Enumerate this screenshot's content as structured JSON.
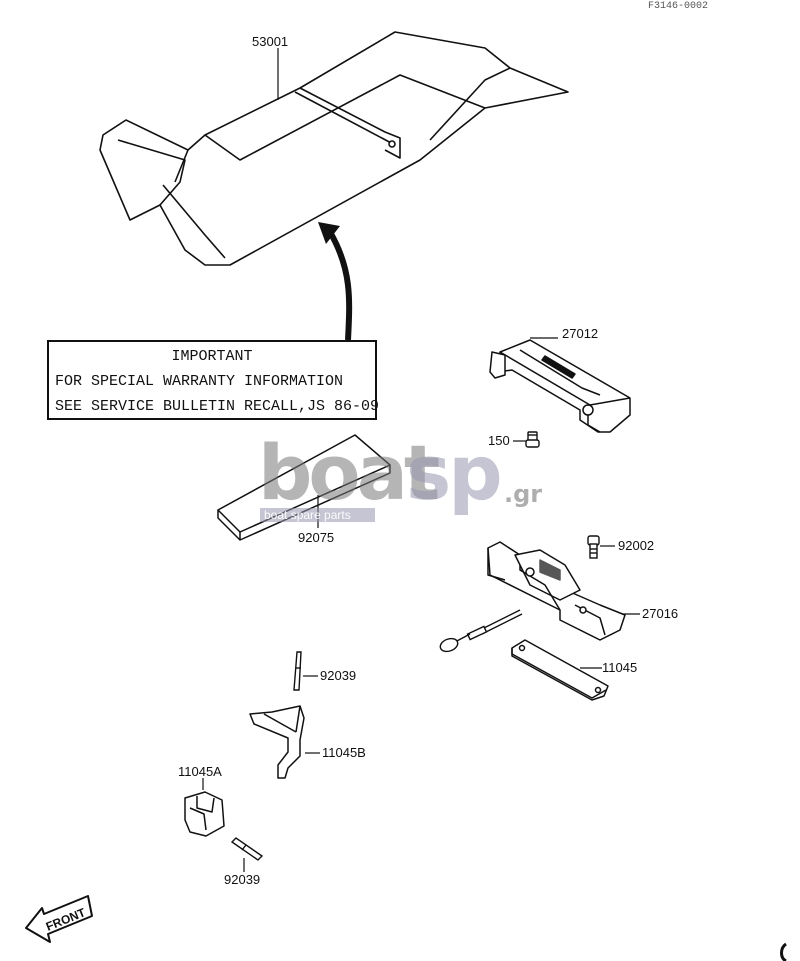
{
  "header": {
    "figure_code": "F3146-0002"
  },
  "notice": {
    "line1": "IMPORTANT",
    "line2": "FOR SPECIAL WARRANTY INFORMATION",
    "line3": "SEE SERVICE BULLETIN RECALL,JS 86-09"
  },
  "watermark": {
    "brand_a": "boat",
    "brand_b": "sp",
    "tld": ".gr",
    "tagline": "boat spare parts"
  },
  "parts": {
    "p53001": "53001",
    "p27012": "27012",
    "p150": "150",
    "p92075": "92075",
    "p92002": "92002",
    "p27016": "27016",
    "p11045": "11045",
    "p92039_top": "92039",
    "p11045B": "11045B",
    "p11045A": "11045A",
    "p92039_bottom": "92039"
  },
  "front_badge": {
    "label": "FRONT"
  }
}
